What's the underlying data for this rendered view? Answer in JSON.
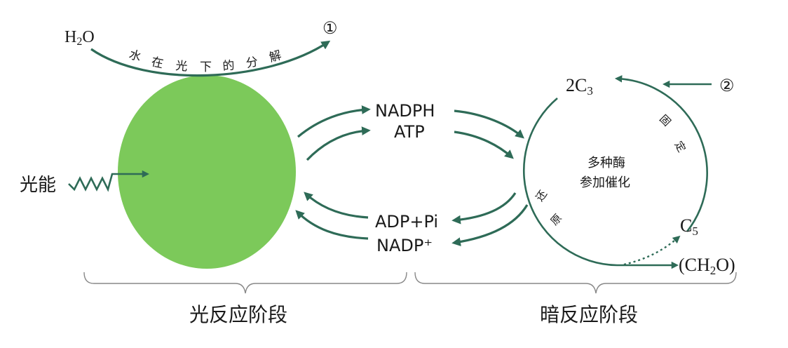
{
  "top": {
    "water": "H₂O",
    "water_main": "H",
    "water_sub": "2",
    "water_tail": "O",
    "arc_label": "水 在 光 下 的 分 解",
    "product_marker": "①"
  },
  "left": {
    "energy_label": "光能"
  },
  "middle": {
    "out_line1": "NADPH",
    "out_line2": "ATP",
    "back_line1": "ADP+Pi",
    "back_line2": "NADP⁺"
  },
  "cycle": {
    "c3_main": "2C",
    "c3_sub": "3",
    "input_marker": "②",
    "fix_label_1": "固",
    "fix_label_2": "定",
    "enzyme_line1": "多种酶",
    "enzyme_line2": "参加催化",
    "reduce_label_1": "还",
    "reduce_label_2": "原",
    "c5_main": "C",
    "c5_sub": "5",
    "product_label": "(CH₂O)",
    "product_a": "(CH",
    "product_sub": "2",
    "product_b": "O)"
  },
  "stages": {
    "light": "光反应阶段",
    "dark": "暗反应阶段"
  },
  "colors": {
    "disc": "#7cc95a",
    "arrow": "#2e6b57",
    "brace": "#888888"
  }
}
